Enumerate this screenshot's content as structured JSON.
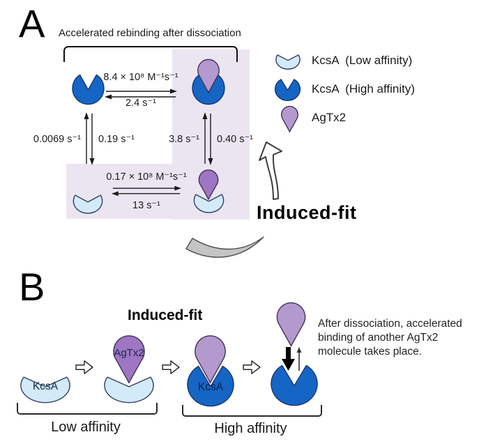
{
  "figure": {
    "panelA": {
      "label": "A",
      "title": "Accelerated rebinding after dissociation",
      "induced_fit": "Induced-fit",
      "rates": {
        "assoc_high": "8.4 × 10⁸ M⁻¹s⁻¹",
        "dissoc_high": "2.4 s⁻¹",
        "conf_up_left": "0.0069 s⁻¹",
        "conf_down_left": "0.19 s⁻¹",
        "conf_up_right": "3.8 s⁻¹",
        "conf_down_right": "0.40 s⁻¹",
        "assoc_low": "0.17 × 10⁸ M⁻¹s⁻¹",
        "dissoc_low": "13 s⁻¹"
      },
      "legend": [
        {
          "icon": "kcsa-low-icon",
          "label": "KcsA  (Low affinity)"
        },
        {
          "icon": "kcsa-high-icon",
          "label": "KcsA  (High affinity)"
        },
        {
          "icon": "agtx2-icon",
          "label": "AgTx2"
        }
      ]
    },
    "panelB": {
      "label": "B",
      "induced_fit": "Induced-fit",
      "stage1_protein": "KcsA",
      "stage2_toxin": "AgTx2",
      "stage3_protein": "KcsA",
      "note_line1": "After dissociation, accelerated",
      "note_line2": "binding of another AgTx2",
      "note_line3": "molecule takes place.",
      "low_affinity": "Low affinity",
      "high_affinity": "High affinity"
    },
    "colors": {
      "blueDark": "#1565C4",
      "blueLight": "#D4EAF9",
      "purpleLight": "#B499CF",
      "purpleMid": "#9E76C3",
      "lavender": "#EBE5F2",
      "grayArrow": "#C4C4C4",
      "navyLabel": "#17294f"
    }
  }
}
